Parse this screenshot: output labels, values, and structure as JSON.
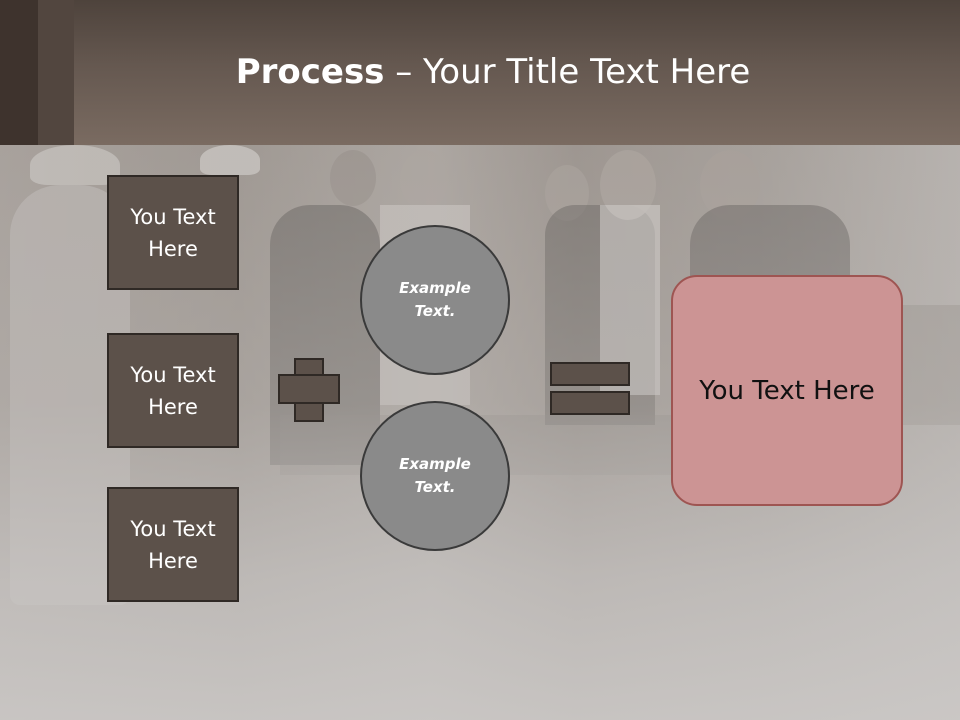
{
  "slide": {
    "title_bold": "Process",
    "title_rest": " – Your Title Text Here",
    "boxes": [
      {
        "label": "You Text Here"
      },
      {
        "label": "You Text Here"
      },
      {
        "label": "You Text Here"
      }
    ],
    "circles": [
      {
        "label": "Example Text."
      },
      {
        "label": "Example Text."
      }
    ],
    "result_label": "You Text Here",
    "colors": {
      "header": "#655850",
      "box_fill": "#5c514a",
      "circle_fill": "#8a8a8a",
      "result_fill": "#cc9494",
      "result_border": "#9e5552"
    },
    "icons": {
      "plus": "plus-icon",
      "equals": "equals-icon"
    }
  }
}
